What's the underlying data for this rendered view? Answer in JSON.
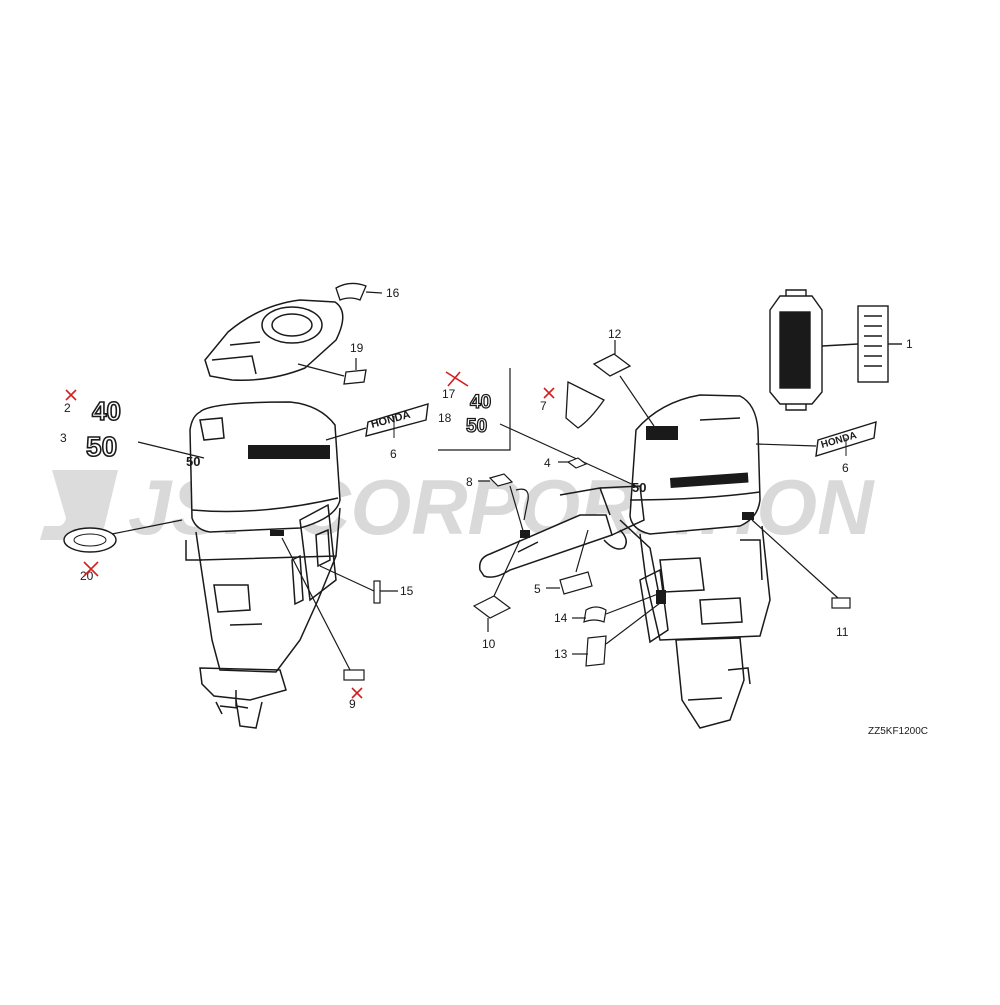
{
  "diagram": {
    "code": "ZZ5KF1200C",
    "watermark": "JSP CORPORATION",
    "badge_40": "40",
    "badge_50": "50",
    "cowl_model": "50",
    "cowl_model_right": "50",
    "brand_left": "HONDA",
    "brand_right": "HONDA"
  },
  "callouts": {
    "c1": "1",
    "c2": "2",
    "c3": "3",
    "c4": "4",
    "c5": "5",
    "c6a": "6",
    "c6b": "6",
    "c7": "7",
    "c8": "8",
    "c9": "9",
    "c10": "10",
    "c11": "11",
    "c12": "12",
    "c13": "13",
    "c14": "14",
    "c15": "15",
    "c16": "16",
    "c17": "17",
    "c18": "18",
    "c19": "19",
    "c20": "20"
  },
  "colors": {
    "line": "#1a1a1a",
    "cross": "#d42020",
    "watermark": "#d9d9d9"
  }
}
